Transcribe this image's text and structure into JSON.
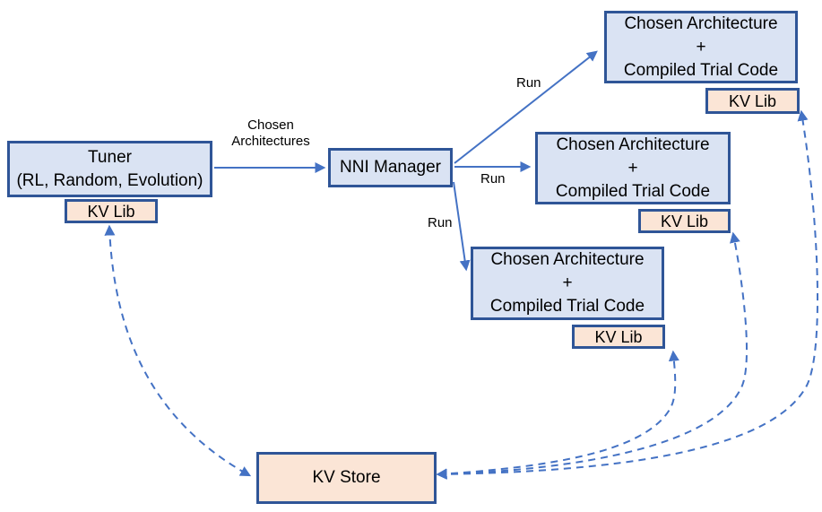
{
  "colors": {
    "node_fill_blue": "#dae3f3",
    "node_fill_peach": "#fbe5d6",
    "node_border": "#2f5597",
    "arrow": "#4472c4",
    "text": "#000000"
  },
  "nodes": {
    "tuner": {
      "line1": "Tuner",
      "line2": "(RL, Random, Evolution)"
    },
    "tuner_kv_lib": {
      "label": "KV Lib"
    },
    "nni_manager": {
      "label": "NNI Manager"
    },
    "trial_top": {
      "line1": "Chosen Architecture",
      "line2": "+",
      "line3": "Compiled Trial Code"
    },
    "trial_top_kv_lib": {
      "label": "KV Lib"
    },
    "trial_middle": {
      "line1": "Chosen Architecture",
      "line2": "+",
      "line3": "Compiled Trial Code"
    },
    "trial_middle_kv_lib": {
      "label": "KV Lib"
    },
    "trial_bottom": {
      "line1": "Chosen Architecture",
      "line2": "+",
      "line3": "Compiled Trial Code"
    },
    "trial_bottom_kv_lib": {
      "label": "KV Lib"
    },
    "kv_store": {
      "label": "KV Store"
    }
  },
  "edge_labels": {
    "chosen_architectures": "Chosen Architectures",
    "run_top": "Run",
    "run_middle": "Run",
    "run_bottom": "Run"
  }
}
